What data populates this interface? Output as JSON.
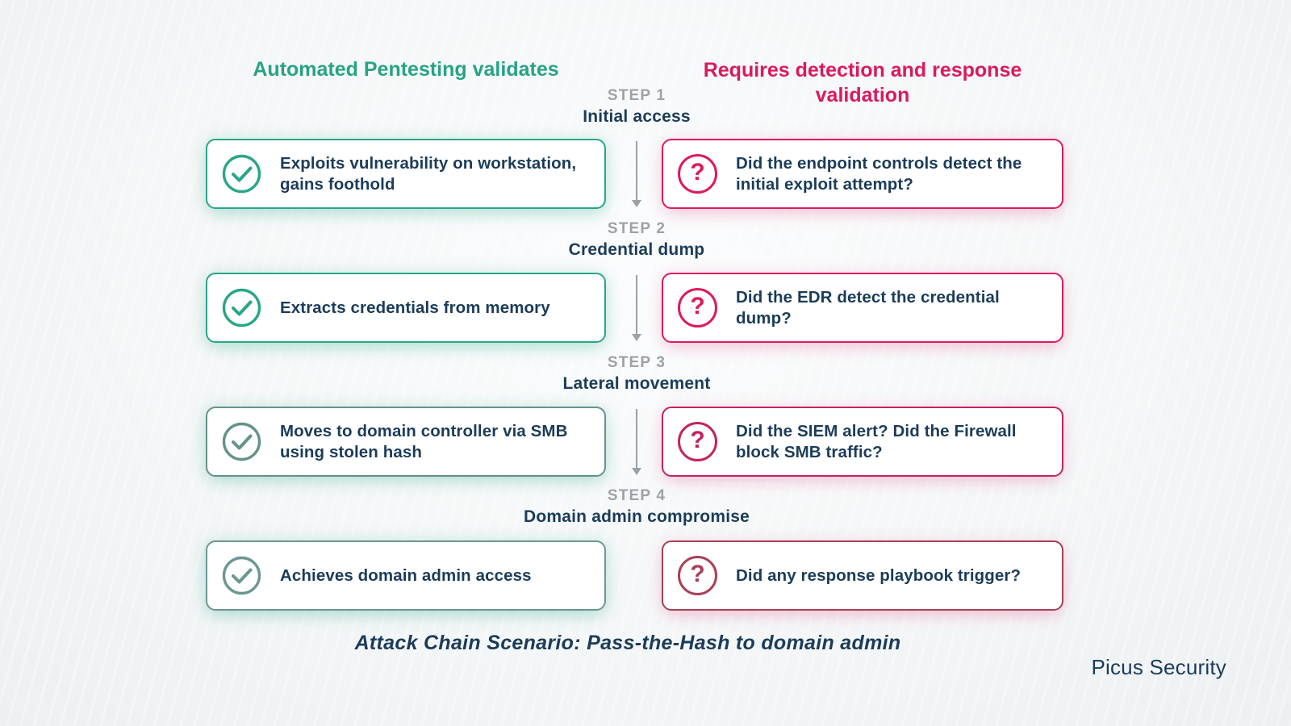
{
  "theme": {
    "green": "#27A385",
    "pink": "#DB1960",
    "navy": "#1B3C59",
    "gray_step": "#9CA2A8",
    "arrow_gray": "#9AA0A6",
    "background": "#F4F6F7"
  },
  "columns": {
    "left_header": "Automated Pentesting validates",
    "right_header": "Requires detection and response validation"
  },
  "steps": [
    {
      "step_label": "STEP 1",
      "step_name": "Initial access",
      "left": {
        "icon": "check-circle-icon",
        "accent": "#29A689",
        "text": "Exploits vulnerability on workstation, gains foothold"
      },
      "right": {
        "icon": "question-circle-icon",
        "accent": "#DE1A5B",
        "text": "Did the endpoint controls detect the initial exploit attempt?"
      }
    },
    {
      "step_label": "STEP 2",
      "step_name": "Credential dump",
      "left": {
        "icon": "check-circle-icon",
        "accent": "#29A689",
        "text": "Extracts credentials from memory"
      },
      "right": {
        "icon": "question-circle-icon",
        "accent": "#DE1A5B",
        "text": "Did the EDR detect the credential dump?"
      }
    },
    {
      "step_label": "STEP 3",
      "step_name": "Lateral movement",
      "left": {
        "icon": "check-circle-icon",
        "accent": "#65928B",
        "text": "Moves to domain controller via SMB using stolen hash"
      },
      "right": {
        "icon": "question-circle-icon",
        "accent": "#C22460",
        "text": "Did the SIEM alert? Did the Firewall block SMB traffic?"
      }
    },
    {
      "step_label": "STEP 4",
      "step_name": "Domain admin compromise",
      "left": {
        "icon": "check-circle-icon",
        "accent": "#6B9792",
        "text": "Achieves domain admin access"
      },
      "right": {
        "icon": "question-circle-icon",
        "accent": "#A84157",
        "text": "Did any response playbook trigger?"
      }
    }
  ],
  "caption": "Attack Chain Scenario: Pass-the-Hash to domain admin",
  "brand": "Picus Security"
}
